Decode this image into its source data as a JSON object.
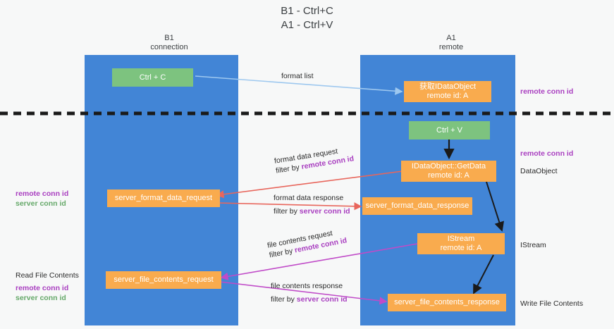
{
  "title": {
    "line1": "B1 - Ctrl+C",
    "line2": "A1 - Ctrl+V"
  },
  "columns": [
    {
      "name": "B1",
      "role": "connection"
    },
    {
      "name": "A1",
      "role": "remote"
    }
  ],
  "colors": {
    "lane": "#4285d6",
    "box_orange": "#f9ab4e",
    "box_green": "#7dc37f",
    "accent_purple": "#a93fc0",
    "accent_green": "#66a96a",
    "arrow_blue": "#9ec8ef",
    "arrow_red": "#e8665c",
    "arrow_magenta": "#c04bc8",
    "arrow_black": "#1a1a1a",
    "divider": "#1a1a1a",
    "background": "#f7f8f8"
  },
  "boxes": {
    "ctrl_c": {
      "label": "Ctrl + C"
    },
    "ctrl_v": {
      "label": "Ctrl + V"
    },
    "get_idataobject": {
      "line1": "获取IDataObject",
      "line2": "remote id: A"
    },
    "idataobject_getdata": {
      "line1": "IDataObject::GetData",
      "line2": "remote id: A"
    },
    "istream": {
      "line1": "IStream",
      "line2": "remote id: A"
    },
    "server_format_data_request": {
      "label": "server_format_data_request"
    },
    "server_format_data_response": {
      "label": "server_format_data_response"
    },
    "server_file_contents_request": {
      "label": "server_file_contents_request"
    },
    "server_file_contents_response": {
      "label": "server_file_contents_response"
    }
  },
  "edges": [
    {
      "id": "format-list",
      "label": "format list"
    },
    {
      "id": "format-data-request",
      "line1": "format data request",
      "line2_prefix": "filter by ",
      "line2_key": "remote conn id"
    },
    {
      "id": "format-data-response",
      "line1": "format data response",
      "line2_prefix": "filter by ",
      "line2_key": "server conn id"
    },
    {
      "id": "file-contents-request",
      "line1": "file contents request",
      "line2_prefix": "filter by ",
      "line2_key": "remote conn id"
    },
    {
      "id": "file-contents-response",
      "line1": "file contents response",
      "line2_prefix": "filter by ",
      "line2_key": "server conn id"
    }
  ],
  "annotations": {
    "right_top": "remote conn id",
    "right_mid": "remote conn id",
    "right_dataobject": "DataObject",
    "right_istream": "IStream",
    "right_write_file": "Write File Contents",
    "left_mid_purple": "remote conn id",
    "left_mid_green": "server conn id",
    "left_read_file": "Read File Contents",
    "left_bottom_purple": "remote conn id",
    "left_bottom_green": "server conn id"
  }
}
